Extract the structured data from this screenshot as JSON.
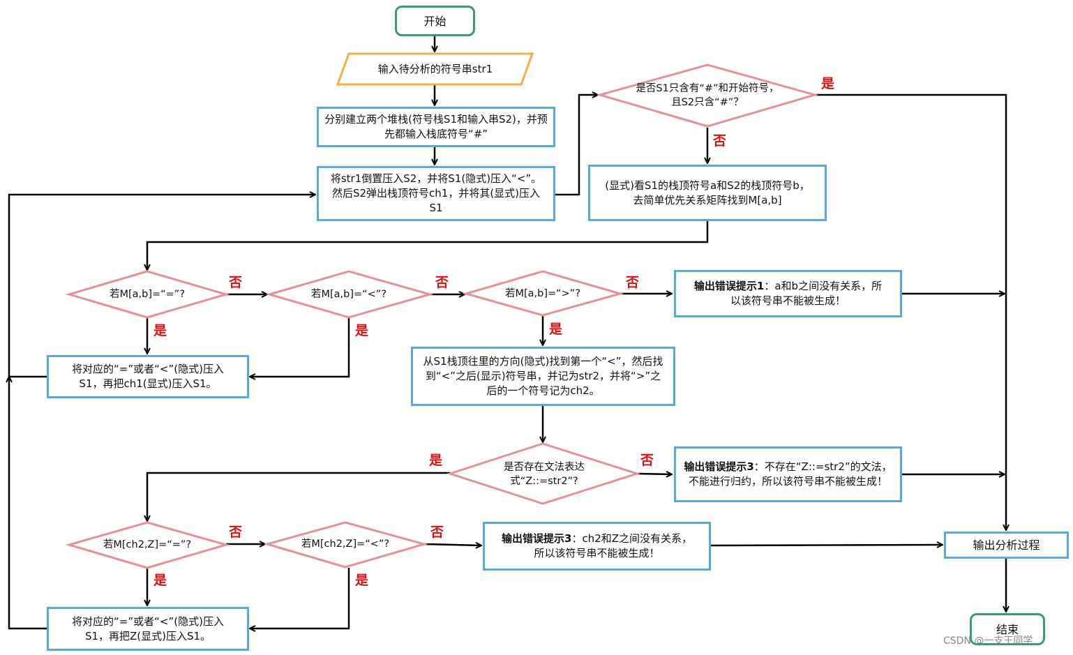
{
  "nodes": {
    "start": "开始",
    "input": "输入待分析的符号串str1",
    "build_stacks": "分别建立两个堆栈(符号栈S1和输入串S2)，并预先都输入栈底符号“#”",
    "push_str1": "将str1倒置压入S2，并将S1(隐式)压入“<”。然后S2弹出栈顶符号ch1，并将其(显式)压入S1",
    "check_end": "是否S1只含有“#”和开始符号，且S2只含“#”？",
    "lookup_matrix": "(显式)看S1的栈顶符号a和S2的栈顶符号b，去简单优先关系矩阵找到M[a,b]",
    "dec_eq": "若M[a,b]=“=”?",
    "dec_lt": "若M[a,b]=“<”?",
    "dec_gt": "若M[a,b]=“>”?",
    "err1_bold": "输出错误提示1",
    "err1_rest": "：a和b之间没有关系，所以该符号串不能被生成！",
    "push_ch1": "将对应的“=”或者“<”(隐式)压入S1，再把ch1(显式)压入S1。",
    "find_str2": "从S1栈顶往里的方向(隐式)找到第一个“<”，然后找到“<”之后(显示)符号串，并记为str2，并将“>”之后的一个符号记为ch2。",
    "dec_grammar": "是否存在文法表达式“Z::=str2”?",
    "err3a_bold": "输出错误提示3",
    "err3a_rest": "：不存在“Z::=str2”的文法，不能进行归约，所以该符号串不能被生成！",
    "dec_z_eq": "若M[ch2,Z]=“=”?",
    "dec_z_lt": "若M[ch2,Z]=“<”?",
    "err3b_bold": "输出错误提示3",
    "err3b_rest": "：ch2和Z之间没有关系，所以该符号串不能被生成！",
    "push_z": "将对应的“=”或者“<”(隐式)压入S1，再把Z(显式)压入S1。",
    "output": "输出分析过程",
    "end": "结束"
  },
  "labels": {
    "yes": "是",
    "no": "否"
  },
  "watermark": "CSDN @一支王同学",
  "colors": {
    "process_border": "#5aaad9",
    "decision_border": "#e8909a",
    "terminal_border": "#3a9a72",
    "io_border": "#f5b041",
    "line": "#000000",
    "label": "#e01010"
  }
}
